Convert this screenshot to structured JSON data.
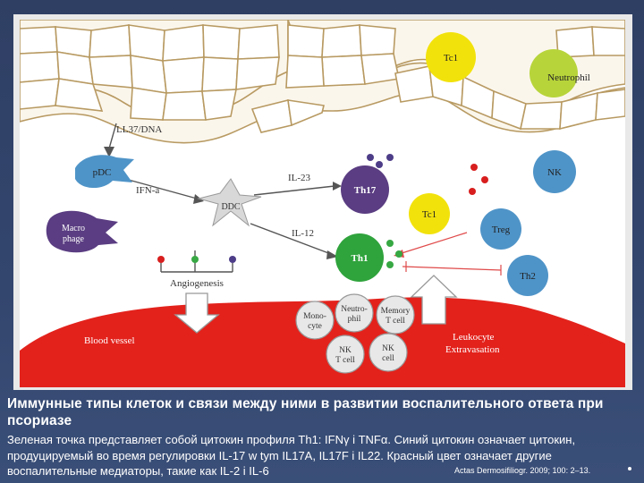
{
  "diagram": {
    "labels": {
      "tc1_top": "Tc1",
      "neutrophil": "Neutrophil",
      "ll37": "LL37/DNA",
      "pdc": "pDC",
      "ifn": "IFN-a",
      "ddc": "DDC",
      "il23": "IL-23",
      "il12": "IL-12",
      "th17": "Th17",
      "tc1_mid": "Tc1",
      "th1": "Th1",
      "nk": "NK",
      "treg": "Treg",
      "th2": "Th2",
      "macro_line1": "Macro",
      "macro_line2": "phage",
      "angiogenesis": "Angiogenesis",
      "blood_vessel": "Blood vessel",
      "monocyte_line1": "Mono-",
      "monocyte_line2": "cyte",
      "neutrophil_small_line1": "Neutro-",
      "neutrophil_small_line2": "phil",
      "memory_line1": "Memory",
      "memory_line2": "T cell",
      "nkt_line1": "NK",
      "nkt_line2": "T cell",
      "nkcell_line1": "NK",
      "nkcell_line2": "cell",
      "leukocyte_line1": "Leukocyte",
      "leukocyte_line2": "Extravasation"
    },
    "colors": {
      "cell_blue": "#4f94c8",
      "cell_purple": "#5a3d82",
      "cell_yellow": "#f2e20c",
      "cell_green": "#2fa33c",
      "neutrophil_green": "#b7d43a",
      "vessel_red": "#e3221c",
      "dot_red": "#d81e1e",
      "dot_green": "#37a843",
      "dot_purple": "#4d3d88"
    }
  },
  "caption": {
    "title": "Иммунные типы клеток и связи между ними в развитии воспалительного ответа при псориазе",
    "body": "Зеленая точка представляет собой цитокин профиля Th1: IFNγ і TNFα. Синий цитокин означает цитокин, продуцируемый во время регулировки IL-17 w tym IL17A, IL17F і IL22. Красный цвет означает другие воспалительные медиаторы, такие как IL-2 і IL-6",
    "reference": "Actas Dermosifiliogr. 2009; 100: 2–13."
  }
}
